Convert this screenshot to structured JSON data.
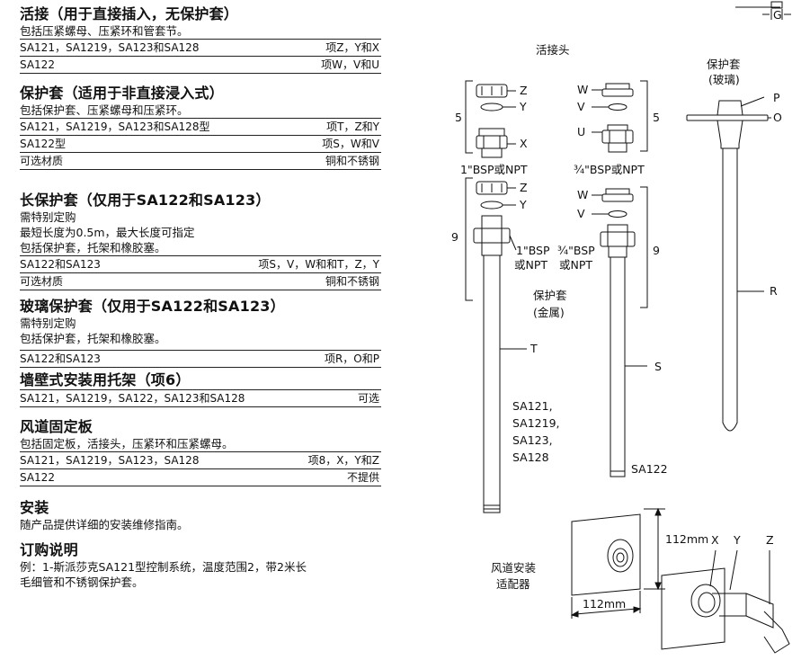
{
  "sections": {
    "union": {
      "title": "活接（用于直接插入，无保护套）",
      "desc": "包括压紧螺母、压紧环和管套节。",
      "rows": [
        {
          "label": "SA121，SA1219，SA123和SA128",
          "value": "项Z，Y和X"
        },
        {
          "label": "SA122",
          "value": "项W，V和U"
        }
      ]
    },
    "pocket": {
      "title": "保护套（适用于非直接浸入式）",
      "desc": "包括保护套、压紧螺母和压紧环。",
      "rows": [
        {
          "label": "SA121，SA1219，SA123和SA128型",
          "value": "项T，Z和Y"
        },
        {
          "label": "SA122型",
          "value": "项S，W和V"
        },
        {
          "label": "可选材质",
          "value": "铜和不锈钢"
        }
      ]
    },
    "long_pocket": {
      "title": "长保护套（仅用于SA122和SA123）",
      "lines": [
        "需特别定购",
        "最短长度为0.5m，最大长度可指定",
        "包括保护套，托架和橡胶塞。"
      ],
      "rows": [
        {
          "label": "SA122和SA123",
          "value": "项S，V，W和和T，Z，Y"
        },
        {
          "label": "可选材质",
          "value": "铜和不锈钢"
        }
      ]
    },
    "glass_pocket": {
      "title": "玻璃保护套（仅用于SA122和SA123）",
      "lines": [
        "需特别定购",
        "包括保护套，托架和橡胶塞。"
      ],
      "rows": [
        {
          "label": "SA122和SA123",
          "value": "项R，O和P"
        }
      ]
    },
    "wall_bracket": {
      "title": "墙壁式安装用托架（项6）",
      "rows": [
        {
          "label": "SA121，SA1219，SA122，SA123和SA128",
          "value": "可选"
        }
      ]
    },
    "duct_plate": {
      "title": "风道固定板",
      "desc": "包括固定板，活接头，压紧环和压紧螺母。",
      "rows": [
        {
          "label": "SA121，SA1219，SA123，SA128",
          "value": "项8，X，Y和Z"
        },
        {
          "label": "SA122",
          "value": "不提供"
        }
      ]
    },
    "install": {
      "title": "安装",
      "desc": "随产品提供详细的安装维修指南。"
    },
    "order": {
      "title": "订购说明",
      "lines": [
        "例：1-斯派莎克SA121型控制系统，温度范围2，带2米长",
        "毛细管和不锈钢保护套。"
      ]
    }
  },
  "diagram": {
    "union_label": "活接头",
    "glass_label_1": "保护套",
    "glass_label_2": "(玻璃)",
    "metal_label_1": "保护套",
    "metal_label_2": "(金属)",
    "bsp1": "1\"BSP或NPT",
    "bsp34": "¾\"BSP或NPT",
    "bsp1_a": "1\"BSP",
    "bsp1_b": "或NPT",
    "bsp34_a": "¾\"BSP",
    "bsp34_b": "或NPT",
    "models_sa121": [
      "SA121,",
      "SA1219,",
      "SA123,",
      "SA128"
    ],
    "model_sa122": "SA122",
    "duct_label_1": "风道安装",
    "duct_label_2": "适配器",
    "dim_v": "112mm",
    "dim_h": "112mm",
    "letters": {
      "Z": "Z",
      "Y": "Y",
      "X": "X",
      "W": "W",
      "V": "V",
      "U": "U",
      "P": "P",
      "O": "O",
      "R": "R",
      "T": "T",
      "S": "S",
      "G": "G"
    },
    "nums": {
      "five": "5",
      "nine": "9"
    }
  }
}
